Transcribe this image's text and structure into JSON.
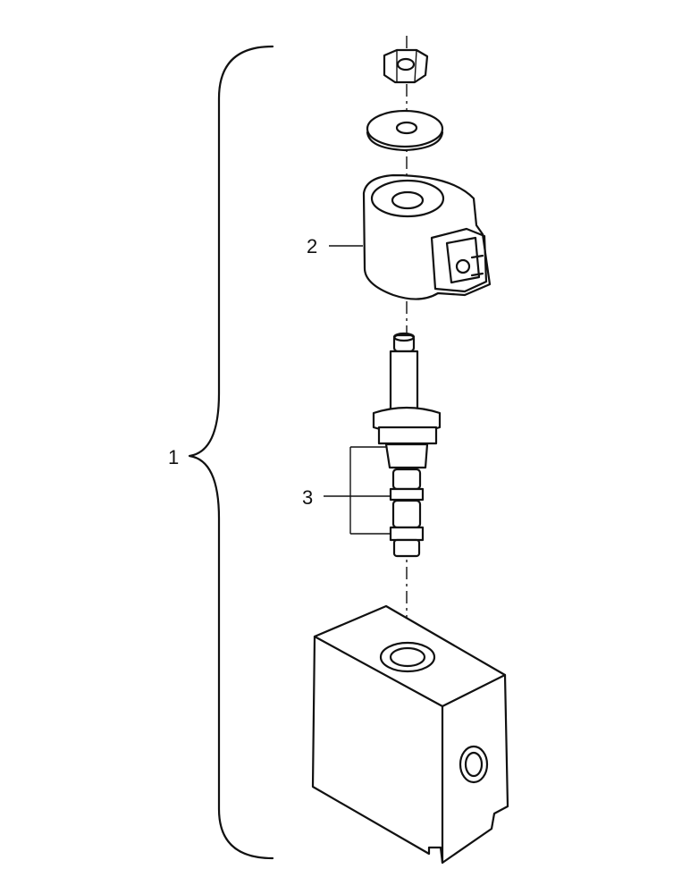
{
  "callouts": [
    {
      "id": "1",
      "text": "1"
    },
    {
      "id": "2",
      "text": "2"
    },
    {
      "id": "3",
      "text": "3"
    }
  ],
  "colors": {
    "ink": "#111111",
    "paper": "#ffffff"
  }
}
